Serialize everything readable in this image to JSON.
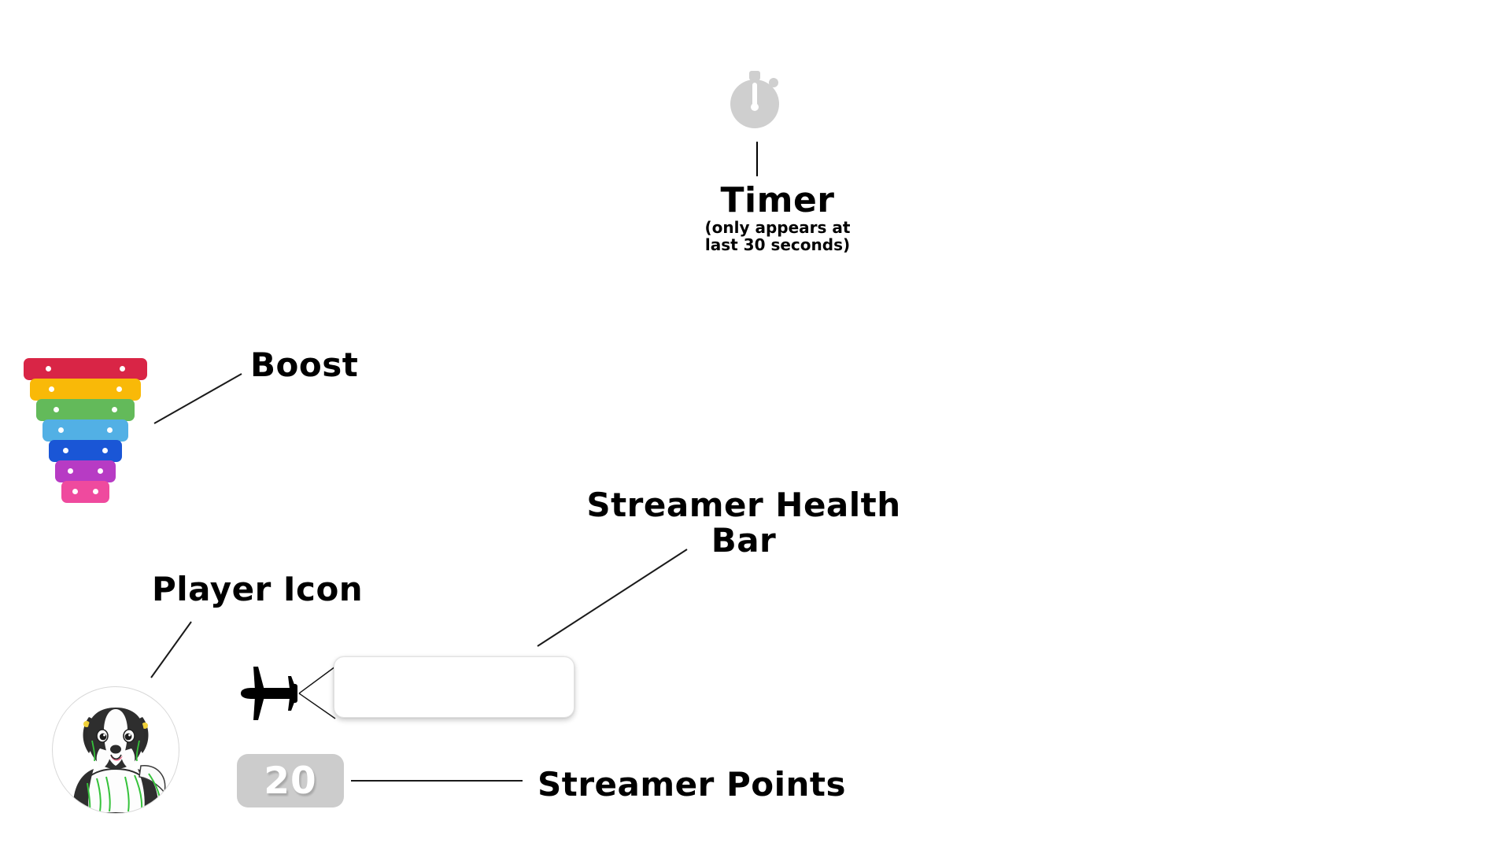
{
  "screen": {
    "title": "Game HUD Annotation Diagram",
    "background_color": "#ffffff"
  },
  "annotations": [
    {
      "id": "timer",
      "label": "Timer",
      "sublabel": "(only appears at\nlast 30 seconds)"
    },
    {
      "id": "boost",
      "label": "Boost"
    },
    {
      "id": "health",
      "label": "Streamer Health\nBar"
    },
    {
      "id": "player",
      "label": "Player Icon"
    },
    {
      "id": "points",
      "label": "Streamer Points"
    }
  ],
  "labels": {
    "timer": "Timer",
    "timer_sub": "(only appears at\nlast 30 seconds)",
    "boost": "Boost",
    "health": "Streamer Health\nBar",
    "player": "Player Icon",
    "points": "Streamer Points"
  },
  "hud": {
    "timer": {
      "icon": "stopwatch-icon",
      "color": "#cfcfcf",
      "hand_color": "#ffffff",
      "visible": true
    },
    "boost": {
      "icon": "xylophone-icon",
      "bar_count": 7,
      "dots_per_bar": 2,
      "bars": [
        {
          "index": 1,
          "color": "#d92546",
          "width": 157
        },
        {
          "index": 2,
          "color": "#f9b908",
          "width": 141
        },
        {
          "index": 3,
          "color": "#63ba5a",
          "width": 125
        },
        {
          "index": 4,
          "color": "#52b0e5",
          "width": 109
        },
        {
          "index": 5,
          "color": "#1a56d6",
          "width": 93
        },
        {
          "index": 6,
          "color": "#b73bc4",
          "width": 77
        },
        {
          "index": 7,
          "color": "#ef4a9e",
          "width": 61
        }
      ]
    },
    "player_icon": {
      "icon": "dog-avatar",
      "shape": "circle",
      "border_color": "#d8d8d8",
      "background": "#ffffff"
    },
    "health_bar": {
      "icon": "airplane-banner",
      "fill_percent": 0,
      "bar_color": "#ffffff",
      "border_color": "#e2e2e2",
      "plane_color": "#000000"
    },
    "points": {
      "value": "20",
      "badge_color": "#cccccc",
      "text_color": "#ffffff"
    }
  },
  "leader_lines": [
    {
      "from": "timer-icon",
      "to": "timer-label"
    },
    {
      "from": "boost-widget",
      "to": "boost-label"
    },
    {
      "from": "health-bar",
      "to": "health-label"
    },
    {
      "from": "player-avatar",
      "to": "player-label"
    },
    {
      "from": "points-badge",
      "to": "points-label"
    }
  ]
}
